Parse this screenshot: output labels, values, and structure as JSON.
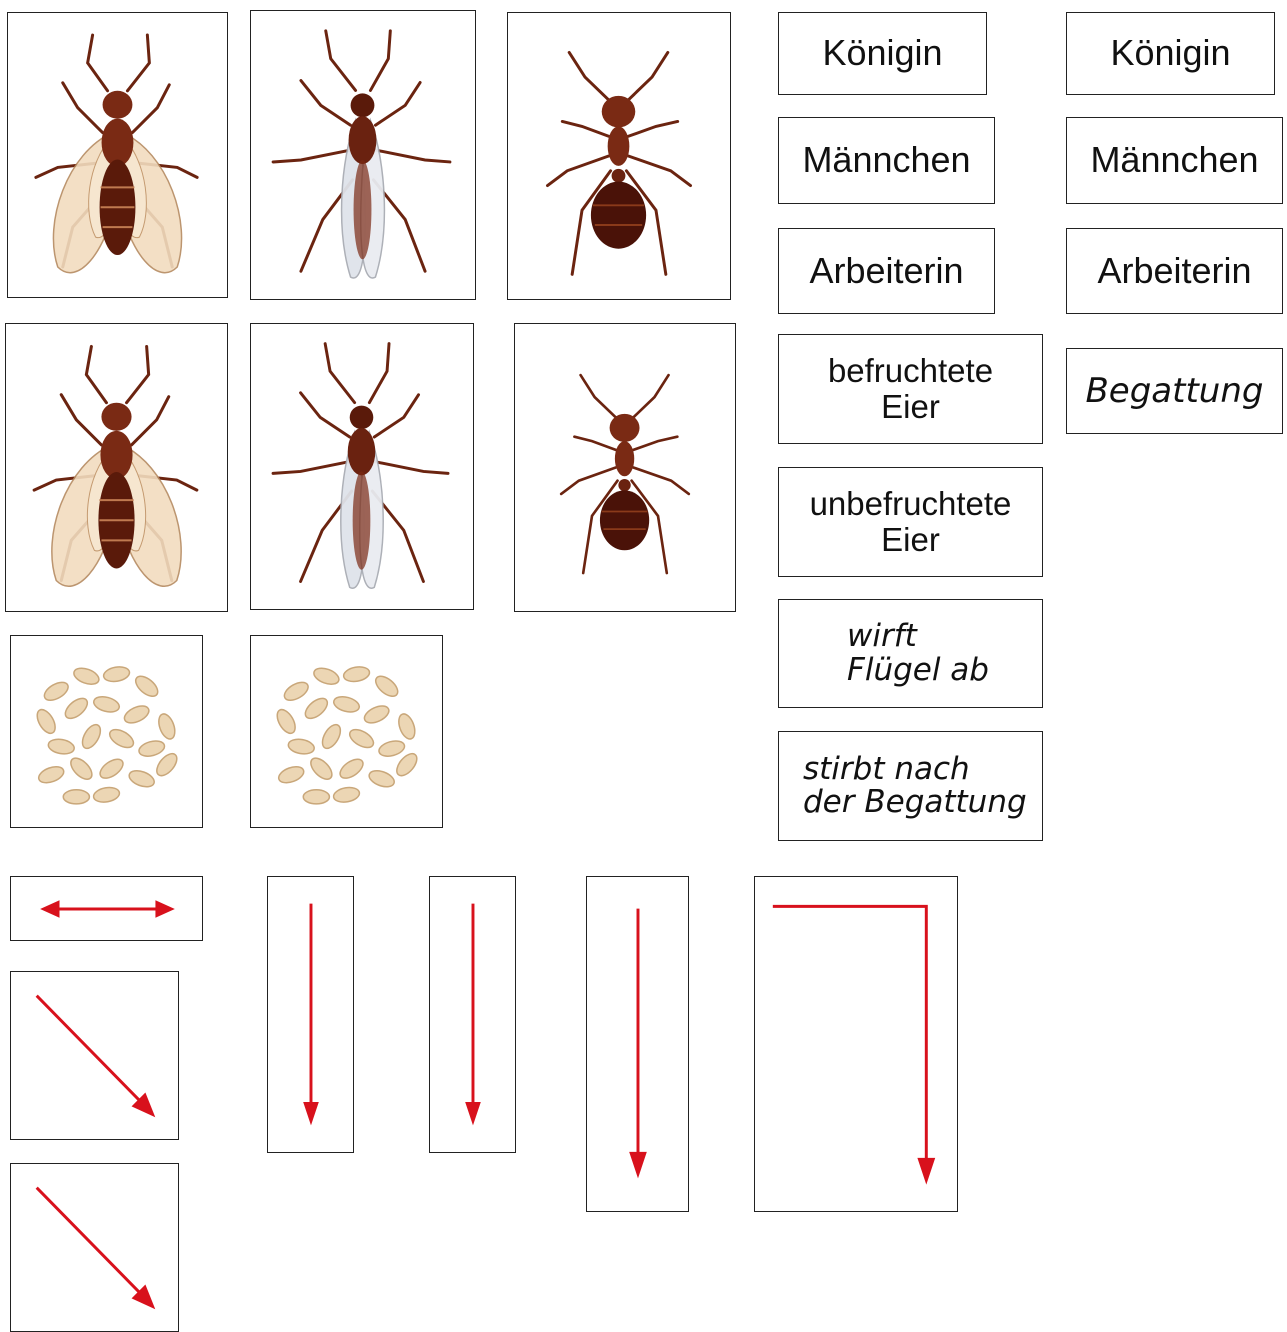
{
  "labels": {
    "queen_1": "Königin",
    "queen_2": "Königin",
    "male_1": "Männchen",
    "male_2": "Männchen",
    "worker_1": "Arbeiterin",
    "worker_2": "Arbeiterin",
    "fertilized_eggs_line1": "befruchtete",
    "fertilized_eggs_line2": "Eier",
    "unfertilized_eggs_line1": "unbefruchtete",
    "unfertilized_eggs_line2": "Eier",
    "mating": "Begattung",
    "sheds_wings_line1": "wirft",
    "sheds_wings_line2": "Flügel ab",
    "dies_line1": "stirbt nach",
    "dies_line2": "der Begattung"
  },
  "colors": {
    "arrow": "#d8111c",
    "ant_body": "#7a2a14",
    "ant_dark": "#4a1208",
    "wing": "#f0dcc0",
    "wing_male": "#dfe3ea",
    "egg": "#ecd6b4"
  },
  "icons": {
    "queen": "winged-queen-ant-icon",
    "male": "winged-male-ant-icon",
    "worker": "worker-ant-icon",
    "eggs": "egg-cluster-icon",
    "arrow_double": "double-arrow-icon",
    "arrow_diagonal": "diagonal-arrow-icon",
    "arrow_down": "down-arrow-icon",
    "arrow_elbow": "elbow-arrow-icon"
  }
}
